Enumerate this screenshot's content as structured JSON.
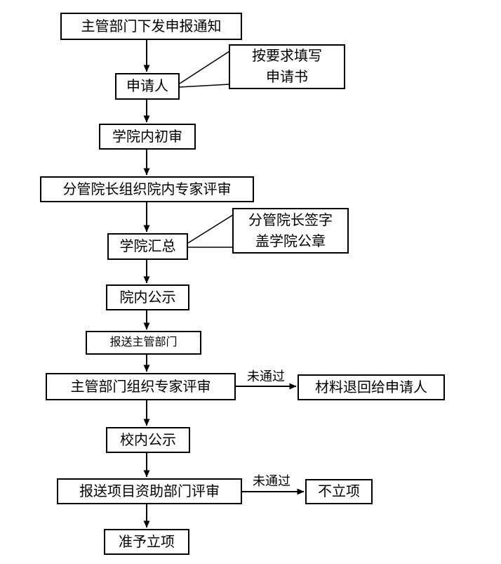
{
  "colors": {
    "ink": "#000000",
    "background": "#ffffff"
  },
  "flowchart": {
    "nodes": {
      "notice": "主管部门下发申报通知",
      "applicant": "申请人",
      "college_initial_review": "学院内初审",
      "dean_expert_review": "分管院长组织院内专家评审",
      "college_summary": "学院汇总",
      "college_publicity": "院内公示",
      "submit_dept": "报送主管部门",
      "dept_expert_review": "主管部门组织专家评审",
      "return_materials": "材料退回给申请人",
      "campus_publicity": "校内公示",
      "submit_funding_review": "报送项目资助部门评审",
      "not_approved": "不立项",
      "approved": "准予立项"
    },
    "callouts": {
      "fill_application": {
        "line1": "按要求填写",
        "line2": "申请书"
      },
      "dean_sign": {
        "line1": "分管院长签字",
        "line2": "盖学院公章"
      }
    },
    "edge_labels": {
      "fail_to_return": "未通过",
      "fail_to_not_approved": "未通过"
    }
  }
}
